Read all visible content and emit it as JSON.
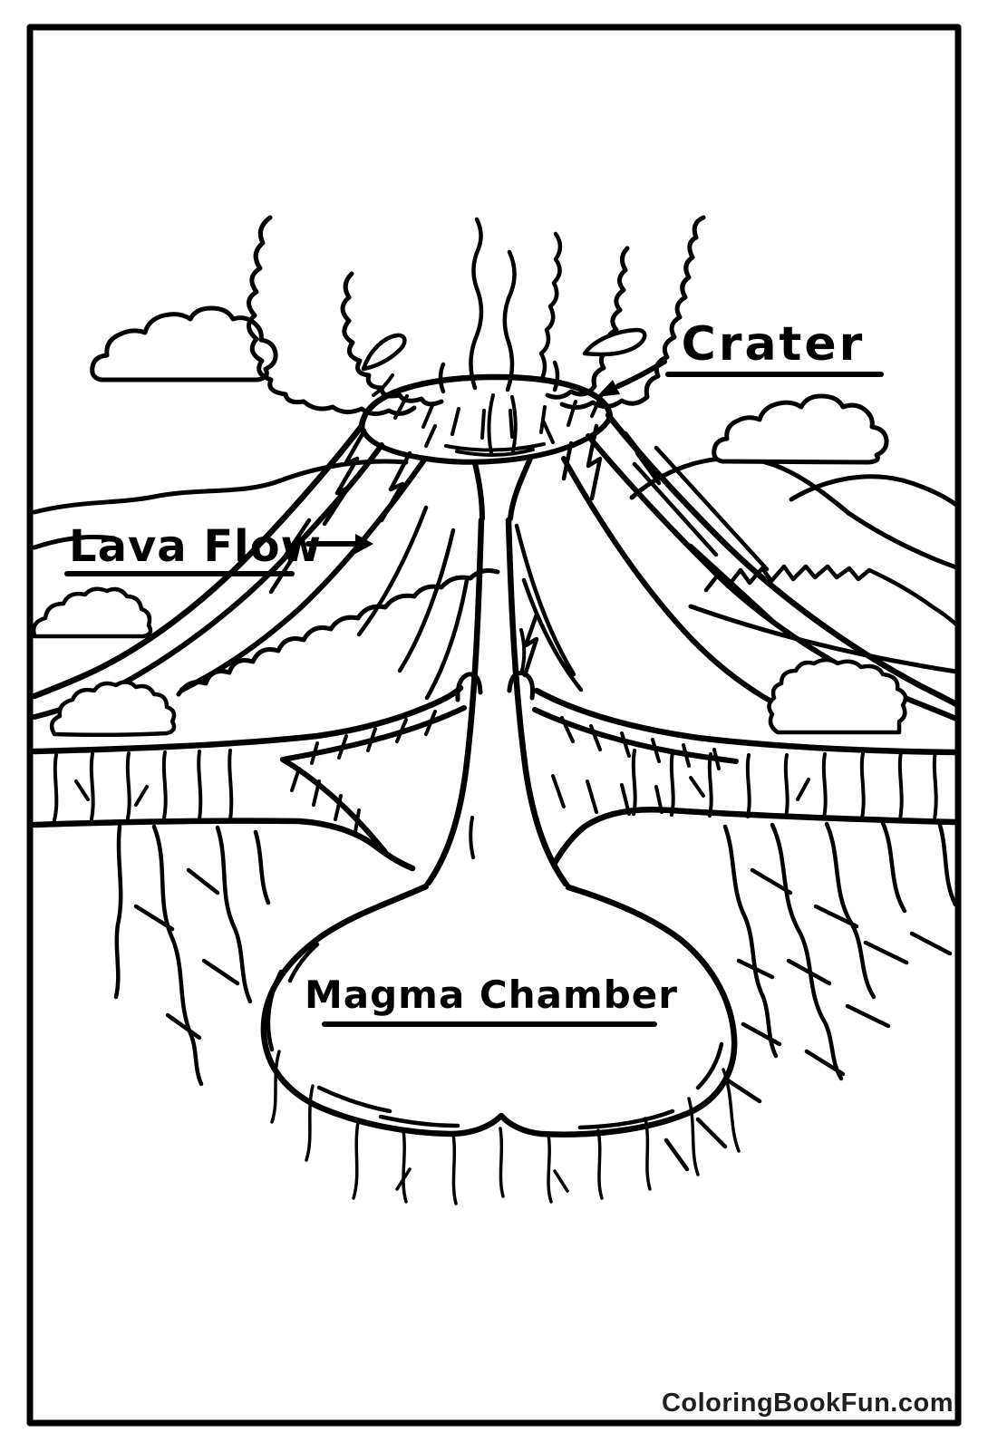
{
  "page": {
    "kind": "volcano-diagram-coloring-page",
    "paper_color": "#ffffff",
    "ink_color": "#000000",
    "border_color": "#000000"
  },
  "labels": {
    "crater": "Crater",
    "lava_flow": "Lava Flow",
    "magma_chamber": "Magma Chamber"
  },
  "icons": {
    "crater_arrow": "arrow-down-left",
    "lava_flow_arrow": "arrow-right"
  },
  "watermark": {
    "text": "ColoringBookFun.com",
    "color": "#1f1f1f"
  }
}
